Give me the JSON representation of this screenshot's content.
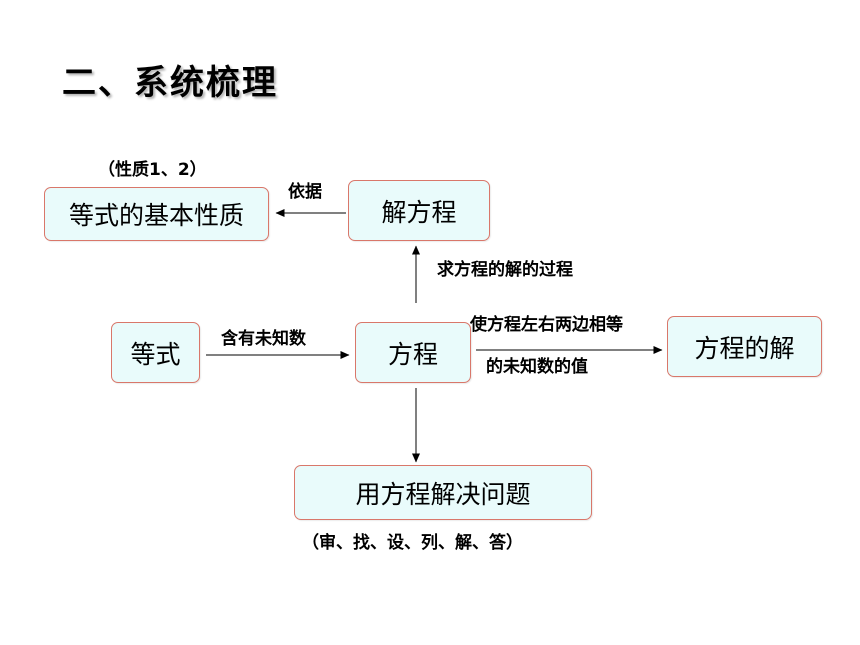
{
  "title": "二、系统梳理",
  "nodes": {
    "dengshi_jiben_xingzhi": "等式的基本性质",
    "jie_fangcheng": "解方程",
    "dengshi": "等式",
    "fangcheng": "方程",
    "fangcheng_de_jie": "方程的解",
    "yong_fangcheng_jiejue_wenti": "用方程解决问题"
  },
  "labels": {
    "xingzhi_note": "（性质1、2）",
    "yiju": "依据",
    "qiu_jie_guocheng": "求方程的解的过程",
    "hanyou_weizhishu": "含有未知数",
    "shi_zuoyou_xiangdeng": "使方程左右两边相等",
    "weizhishu_de_zhi": "的未知数的值",
    "steps": "（审、找、设、列、解、答）"
  },
  "colors": {
    "box_fill": "#e9fbfb",
    "box_border": "#d9776a",
    "arrow": "#000000"
  }
}
